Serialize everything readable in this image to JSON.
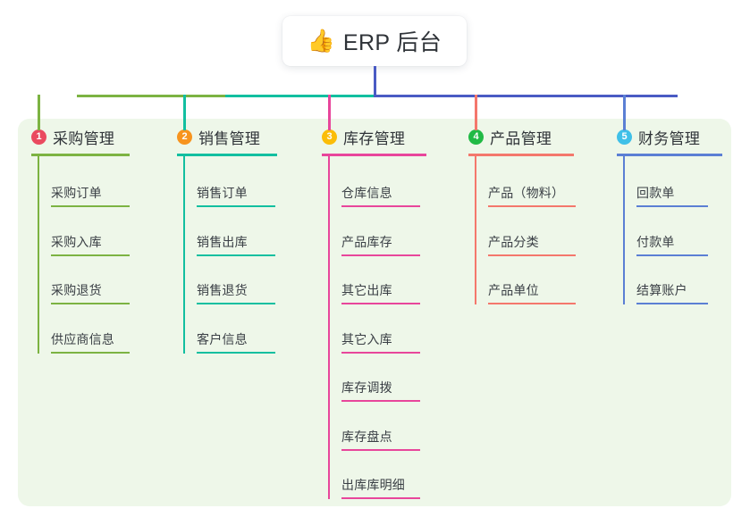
{
  "root": {
    "emoji": "👍",
    "emoji_name": "thumbs-up-emoji",
    "title": "ERP 后台"
  },
  "colors": {
    "panel_bg": "#eef7e9",
    "page_bg": "#ffffff",
    "root_line": "#4a5bc4",
    "connector_green": "#7cb342",
    "connector_teal": "#12bfa0",
    "connector_blue": "#4a5bc4"
  },
  "columns": [
    {
      "index": "1",
      "title": "采购管理",
      "badge_color": "#ea4a5f",
      "line_color": "#7cb342",
      "stub_color": "#7cb342",
      "items": [
        "采购订单",
        "采购入库",
        "采购退货",
        "供应商信息"
      ]
    },
    {
      "index": "2",
      "title": "销售管理",
      "badge_color": "#f7941e",
      "line_color": "#12bfa0",
      "stub_color": "#12bfa0",
      "items": [
        "销售订单",
        "销售出库",
        "销售退货",
        "客户信息"
      ]
    },
    {
      "index": "3",
      "title": "库存管理",
      "badge_color": "#fbbd08",
      "line_color": "#e8469b",
      "stub_color": "#e8469b",
      "items": [
        "仓库信息",
        "产品库存",
        "其它出库",
        "其它入库",
        "库存调拨",
        "库存盘点",
        "出库库明细"
      ]
    },
    {
      "index": "4",
      "title": "产品管理",
      "badge_color": "#21ba45",
      "line_color": "#f4776c",
      "stub_color": "#f4776c",
      "items": [
        "产品（物料）",
        "产品分类",
        "产品单位"
      ]
    },
    {
      "index": "5",
      "title": "财务管理",
      "badge_color": "#3fc0e8",
      "line_color": "#5b7fd4",
      "stub_color": "#5b7fd4",
      "items": [
        "回款单",
        "付款单",
        "结算账户"
      ]
    }
  ]
}
